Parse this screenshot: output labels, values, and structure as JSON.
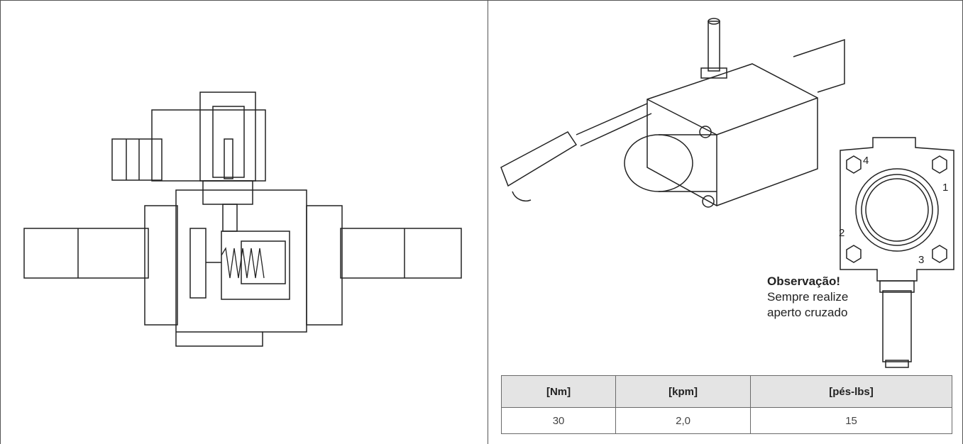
{
  "note": {
    "title": "Observação!",
    "line1": "Sempre realize",
    "line2": "aperto cruzado"
  },
  "bolt_numbers": [
    "1",
    "2",
    "3",
    "4"
  ],
  "torque_table": {
    "headers": [
      "[Nm]",
      "[kpm]",
      "[pés-lbs]"
    ],
    "values": [
      "30",
      "2,0",
      "15"
    ]
  }
}
